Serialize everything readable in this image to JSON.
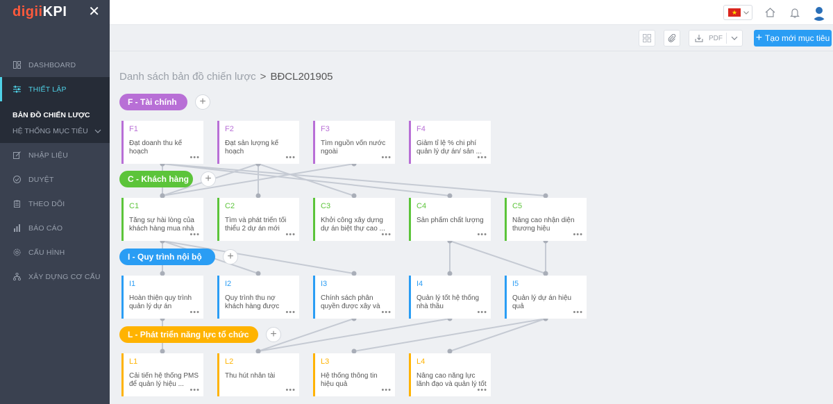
{
  "app": {
    "logo_primary": "digii",
    "logo_secondary": "KPI"
  },
  "sidebar": {
    "items": [
      {
        "label": "DASHBOARD",
        "icon": "dashboard-icon"
      },
      {
        "label": "THIẾT LẬP",
        "icon": "settings-sliders-icon",
        "active": true
      },
      {
        "label": "NHẬP LIỆU",
        "icon": "edit-icon"
      },
      {
        "label": "DUYỆT",
        "icon": "check-circle-icon"
      },
      {
        "label": "THEO DÕI",
        "icon": "clipboard-icon"
      },
      {
        "label": "BÁO CÁO",
        "icon": "bar-chart-icon"
      },
      {
        "label": "CẤU HÌNH",
        "icon": "gear-icon"
      },
      {
        "label": "XÂY DỰNG CƠ CẤU",
        "icon": "org-chart-icon"
      }
    ],
    "submenu": [
      {
        "label": "BẢN ĐỒ CHIẾN LƯỢC",
        "current": true
      },
      {
        "label": "HỆ THỐNG MỤC TIÊU"
      }
    ]
  },
  "topbar": {
    "language_flag": "vn-flag-icon"
  },
  "toolbar": {
    "pdf_label": "PDF",
    "create_label": "Tạo mới mục tiêu"
  },
  "breadcrumb": {
    "parent": "Danh sách bản đồ chiến lược",
    "separator": ">",
    "current": "BĐCL201905"
  },
  "colors": {
    "F": "#b86fd6",
    "C": "#5cc43a",
    "I": "#2a9df4",
    "L": "#ffb300",
    "accent": "#2a9df4",
    "sidebar": "#3a4150"
  },
  "groups": [
    {
      "key": "F",
      "label": "F - Tài chính",
      "cards": [
        {
          "code": "F1",
          "title": "Đạt doanh thu kế hoạch"
        },
        {
          "code": "F2",
          "title": "Đạt sản lượng kế hoạch"
        },
        {
          "code": "F3",
          "title": "Tìm nguồn vốn nước ngoài"
        },
        {
          "code": "F4",
          "title": "Giảm tỉ lệ % chi phí quản lý dự án/ sản ..."
        }
      ]
    },
    {
      "key": "C",
      "label": "C - Khách hàng",
      "cards": [
        {
          "code": "C1",
          "title": "Tăng sự hài lòng của khách hàng mua nhà"
        },
        {
          "code": "C2",
          "title": "Tìm và phát triển tối thiểu 2 dự án mới"
        },
        {
          "code": "C3",
          "title": "Khởi công xây dựng dự án biệt thự cao ..."
        },
        {
          "code": "C4",
          "title": "Sản phẩm chất lượng"
        },
        {
          "code": "C5",
          "title": "Nâng cao nhận diện thương hiệu"
        }
      ]
    },
    {
      "key": "I",
      "label": "I - Quy trình nội bộ",
      "cards": [
        {
          "code": "I1",
          "title": "Hoàn thiện quy trình quản lý dự án"
        },
        {
          "code": "I2",
          "title": "Quy trình thu nợ khách hàng được hoàn ..."
        },
        {
          "code": "I3",
          "title": "Chính sách phân quyền được xây và thực ..."
        },
        {
          "code": "I4",
          "title": "Quản lý tốt hệ thống nhà thầu"
        },
        {
          "code": "I5",
          "title": "Quản lý dự án hiệu quả"
        }
      ]
    },
    {
      "key": "L",
      "label": "L - Phát triển năng lực tổ chức",
      "cards": [
        {
          "code": "L1",
          "title": "Cải tiến hệ thống PMS để quản lý hiệu ..."
        },
        {
          "code": "L2",
          "title": "Thu hút nhân tài"
        },
        {
          "code": "L3",
          "title": "Hệ thống thông tin hiệu quả"
        },
        {
          "code": "L4",
          "title": "Nâng cao năng lực lãnh đạo và quản lý tốt"
        }
      ]
    }
  ],
  "card_menu_label": "•••"
}
